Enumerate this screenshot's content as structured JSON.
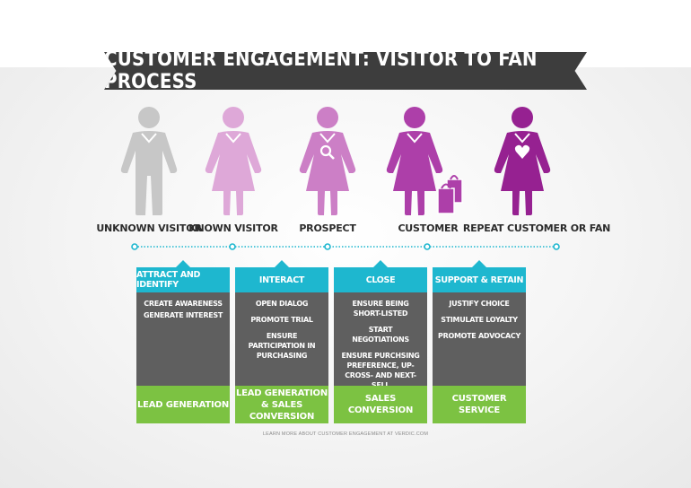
{
  "title": "CUSTOMER ENGAGEMENT: VISITOR TO FAN PROCESS",
  "stages": [
    {
      "label": "UNKNOWN VISITOR",
      "color": "#c7c7c7",
      "icon": "person-icon"
    },
    {
      "label": "KNOWN VISITOR",
      "color": "#dea8d8",
      "icon": "person-icon"
    },
    {
      "label": "PROSPECT",
      "color": "#cc7fc6",
      "icon": "person-magnifier-icon"
    },
    {
      "label": "CUSTOMER",
      "color": "#ad3fa9",
      "icon": "person-shopping-bags-icon"
    },
    {
      "label": "REPEAT CUSTOMER OR FAN",
      "color": "#962191",
      "icon": "person-heart-icon"
    }
  ],
  "phases": [
    {
      "header": "ATTRACT AND IDENTIFY",
      "items": [
        "CREATE AWARENESS",
        "GENERATE INTEREST"
      ],
      "footer": "LEAD GENERATION"
    },
    {
      "header": "INTERACT",
      "items": [
        "OPEN DIALOG",
        "PROMOTE TRIAL",
        "ENSURE PARTICIPATION IN PURCHASING"
      ],
      "footer": "LEAD GENERATION & SALES CONVERSION"
    },
    {
      "header": "CLOSE",
      "items": [
        "ENSURE BEING SHORT-LISTED",
        "START NEGOTIATIONS",
        "ENSURE PURCHSING PREFERENCE, UP- CROSS- AND NEXT-SELL"
      ],
      "footer": "SALES CONVERSION"
    },
    {
      "header": "SUPPORT & RETAIN",
      "items": [
        "JUSTIFY CHOICE",
        "STIMULATE LOYALTY",
        "PROMOTE ADVOCACY"
      ],
      "footer": "CUSTOMER SERVICE"
    }
  ],
  "colors": {
    "accent": "#1eb7cf",
    "body": "#5f5f5f",
    "footer": "#7cc242",
    "banner": "#3d3d3d"
  },
  "footer_note": "LEARN MORE ABOUT CUSTOMER ENGAGEMENT AT VERDIC.COM"
}
